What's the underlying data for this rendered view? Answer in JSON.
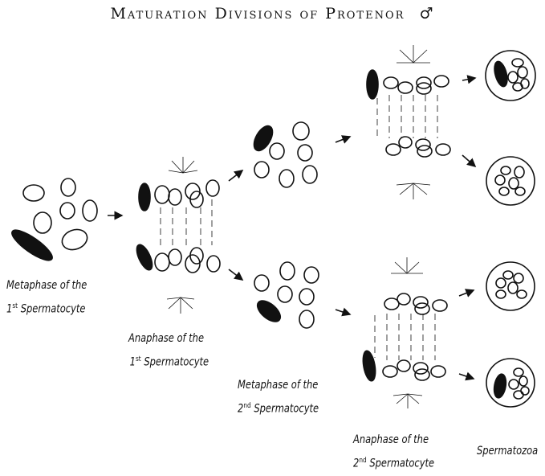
{
  "title": "Maturation Divisions of Protenor",
  "male_symbol": "♂",
  "captions": {
    "metaphase_1": {
      "line1": "Metaphase of the",
      "line2_prefix": "1",
      "line2_sup": "st",
      "line2_rest": " Spermatocyte"
    },
    "anaphase_1": {
      "line1": "Anaphase of the",
      "line2_prefix": "1",
      "line2_sup": "st",
      "line2_rest": " Spermatocyte"
    },
    "metaphase_2": {
      "line1": "Metaphase of the",
      "line2_prefix": "2",
      "line2_sup": "nd",
      "line2_rest": " Spermatocyte"
    },
    "anaphase_2": {
      "line1": "Anaphase of the",
      "line2_prefix": "2",
      "line2_sup": "nd",
      "line2_rest": " Spermatocyte"
    },
    "spermatozoa": "Spermatozoa"
  },
  "colors": {
    "ink": "#111111",
    "paper": "#ffffff"
  }
}
